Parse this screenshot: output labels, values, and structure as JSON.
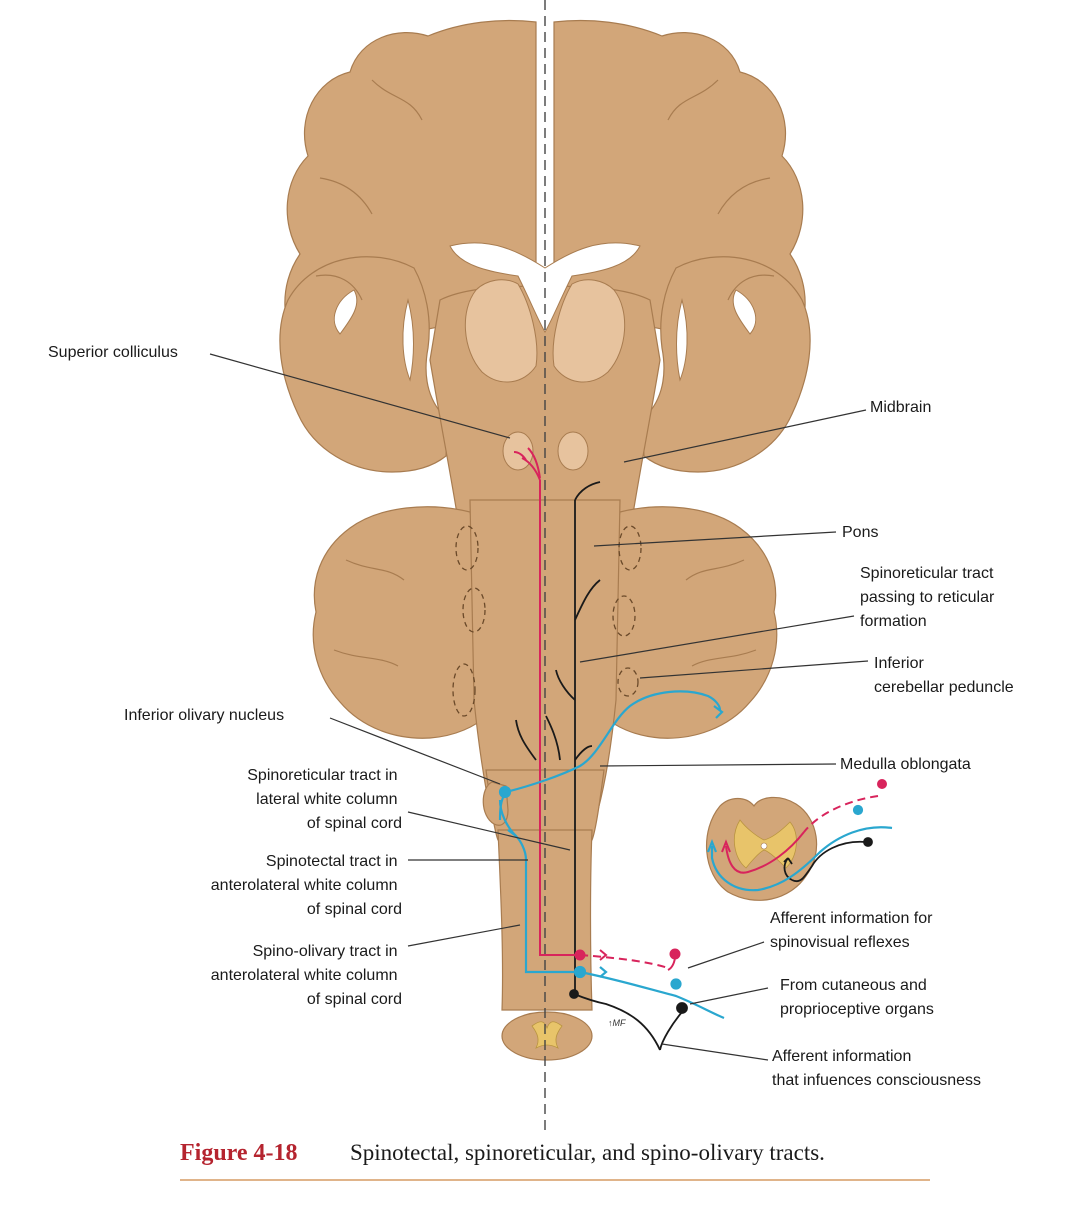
{
  "colors": {
    "tissue": "#d2a679",
    "tissue_outline": "#a87c50",
    "thalamus": "#e7c39e",
    "ventricle": "#ffffff",
    "spinotectal": "#d8245c",
    "spinoolivary": "#2aa7cf",
    "spinoreticular": "#1a1a1a",
    "gray_matter": "#e8c46a",
    "caption_accent": "#b5242f",
    "caption_rule": "#e0b48a"
  },
  "labels": {
    "superior_colliculus": "Superior colliculus",
    "midbrain": "Midbrain",
    "pons": "Pons",
    "spinoreticular_reticular": [
      "Spinoreticular tract",
      "passing to reticular",
      "formation"
    ],
    "inferior_cerebellar_peduncle": [
      "Inferior",
      "cerebellar peduncle"
    ],
    "inferior_olivary_nucleus": "Inferior olivary nucleus",
    "medulla_oblongata": "Medulla oblongata",
    "spinoreticular_lateral": [
      "Spinoreticular tract in",
      "lateral white column",
      "of spinal cord"
    ],
    "spinotectal_anterolateral": [
      "Spinotectal tract in",
      "anterolateral white column",
      "of spinal cord"
    ],
    "spinoolivary_anterolateral": [
      "Spino-olivary tract in",
      "anterolateral white column",
      "of spinal cord"
    ],
    "afferent_spinovisual": [
      "Afferent information for",
      "spinovisual reflexes"
    ],
    "cutaneous_proprioceptive": [
      "From cutaneous and",
      "proprioceptive organs"
    ],
    "afferent_consciousness": [
      "Afferent information",
      "that infuences consciousness"
    ]
  },
  "caption": {
    "number": "Figure 4-18",
    "text": "Spinotectal, spinoreticular, and spino-olivary tracts."
  }
}
